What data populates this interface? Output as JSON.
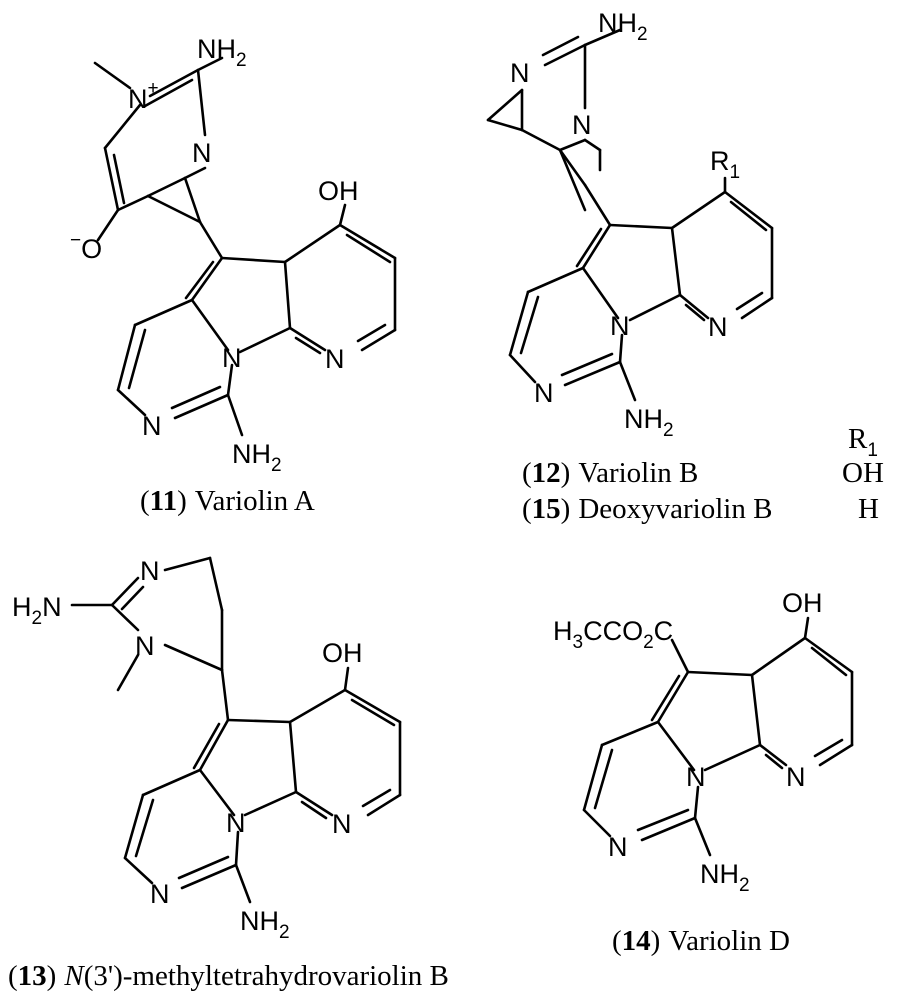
{
  "atoms": {
    "nh2": "NH",
    "n": "N",
    "oh": "OH",
    "o_minus": "O",
    "plus": "+",
    "minus": "−",
    "sub2": "2",
    "sub1": "1",
    "r": "R",
    "h2n": "H",
    "n_after_h2": "N",
    "h3c": "H",
    "co2c_co": "CO",
    "co2c_c": "C",
    "sub3": "3"
  },
  "compounds": [
    {
      "number": "11",
      "name": "Variolin A"
    },
    {
      "number": "12",
      "name": "Variolin B",
      "r1": "OH"
    },
    {
      "number": "15",
      "name": "Deoxyvariolin B",
      "r1": "H"
    },
    {
      "number": "13",
      "name_italic": "N",
      "name_rest": "(3')-methyltetrahydrovariolin B"
    },
    {
      "number": "14",
      "name": "Variolin D"
    }
  ],
  "table_header": {
    "r": "R",
    "sub": "1"
  },
  "paren_open": "(",
  "paren_close": ")"
}
